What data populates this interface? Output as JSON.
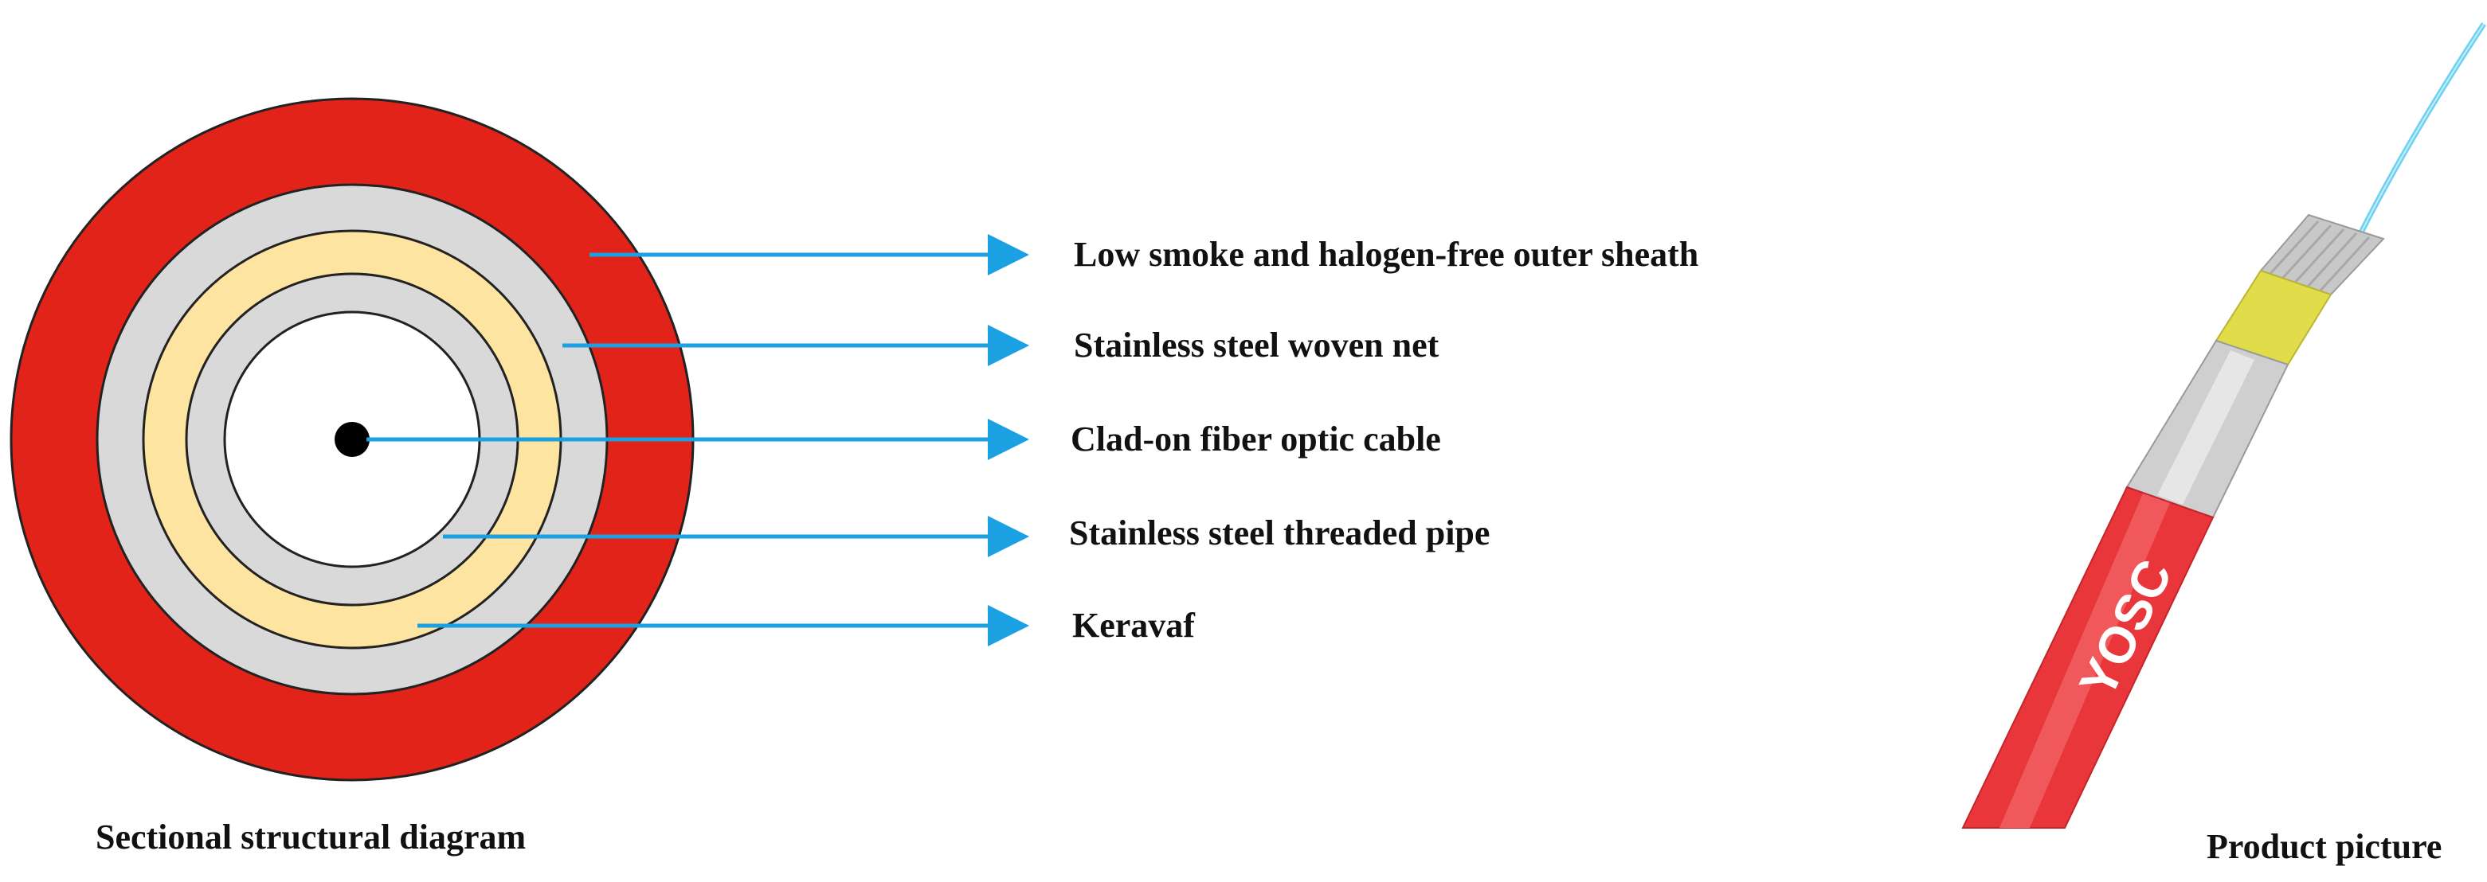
{
  "labels": {
    "outer_sheath": "Low smoke and halogen-free outer sheath",
    "woven_net": "Stainless steel woven net",
    "fiber_cable": "Clad-on fiber optic cable",
    "threaded_pipe": "Stainless steel threaded pipe",
    "keravaf": "Keravaf"
  },
  "captions": {
    "section": "Sectional structural diagram",
    "product": "Product picture"
  },
  "product": {
    "logo": "YOSC"
  },
  "colors": {
    "outer_sheath": "#e2231a",
    "woven_net": "#d9d9d9",
    "keravaf": "#fde4a0",
    "threaded_pipe": "#d9d9d9",
    "core": "#ffffff",
    "fiber": "#000000",
    "arrow": "#1ba1e2",
    "cable_red": "#e8363a",
    "cable_yellow": "#e0dc4a",
    "cable_steel": "#cfcfcf",
    "fiber_strand": "#6fd0f0"
  }
}
